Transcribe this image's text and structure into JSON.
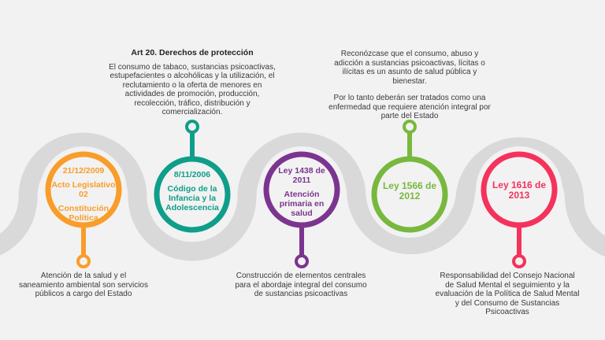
{
  "colors": {
    "background": "#f2f2f2",
    "band": "#d9d9d9",
    "orange": "#f99d2a",
    "teal": "#0f9e8a",
    "purple": "#7b3590",
    "green": "#78b83e",
    "red": "#f5325c"
  },
  "milestones": [
    {
      "date": "21/12/2009",
      "name": "Acto Legislativo 02",
      "sub": "Constitución Política",
      "description": "Atención de la salud y el saneamiento ambiental son servicios públicos a cargo del Estado"
    },
    {
      "date": "8/11/2006",
      "name": "Código de la Infancia y la Adolescencia",
      "description_title": "Art 20. Derechos de protección",
      "description": "El consumo de tabaco, sustancias psicoactivas, estupefacientes o alcohólicas y la utilización, el reclutamiento o la oferta de menores en actividades de promoción, producción, recolección, tráfico, distribución y comercialización."
    },
    {
      "date": "Ley 1438 de 2011",
      "name": "Atención primaria en salud",
      "description": "Construcción de elementos centrales para el abordaje integral del consumo de sustancias psicoactivas"
    },
    {
      "name": "Ley 1566 de 2012",
      "description": "Reconózcase que el consumo, abuso y adicción a sustancias psicoactivas, lícitas o ilícitas es un asunto de salud pública y bienestar.",
      "description_2": "Por lo tanto deberán ser tratados como una enfermedad que requiere atención integral por parte del Estado"
    },
    {
      "name": "Ley 1616 de 2013",
      "description": "Responsabilidad del Consejo Nacional de Salud Mental el seguimiento y la evaluación de la Política de Salud Mental y del Consumo de Sustancias Psicoactivas"
    }
  ]
}
